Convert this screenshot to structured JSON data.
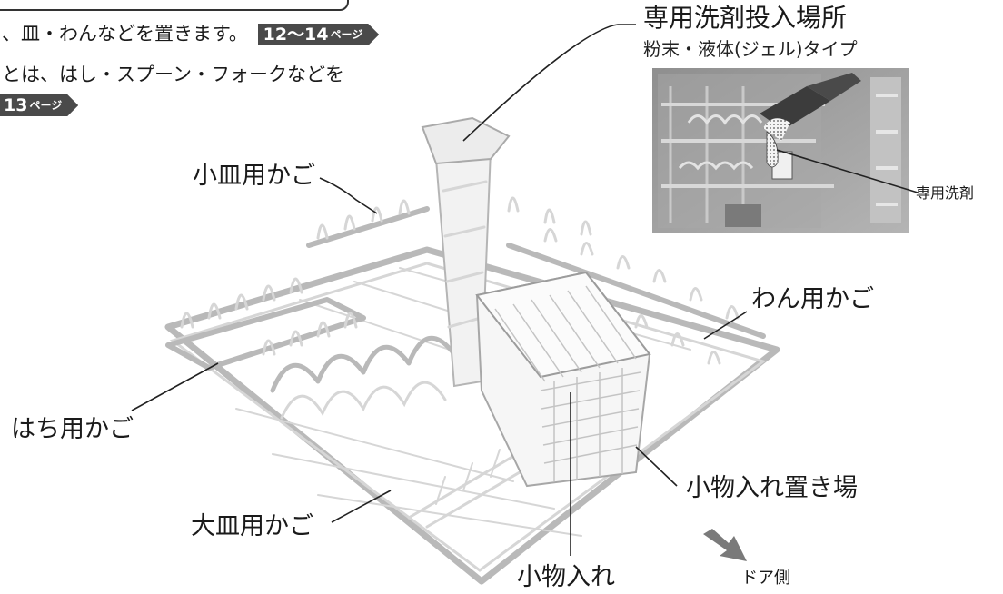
{
  "intro": {
    "line1_text": "、皿・わんなどを置きます。",
    "line1_ref": "12〜14",
    "line2_text": "とは、はし・スプーン・フォークなどを",
    "line3_ref": "13",
    "page_suffix": "ページ"
  },
  "photo": {
    "title": "専用洗剤投入場所",
    "subtitle": "粉末・液体(ジェル)タイプ",
    "detergent_label": "専用洗剤"
  },
  "labels": {
    "small_plate_basket": "小皿用かご",
    "bowl_basket": "わん用かご",
    "deep_bowl_basket": "はち用かご",
    "small_item_holder_place": "小物入れ置き場",
    "large_plate_basket": "大皿用かご",
    "small_item_holder": "小物入れ",
    "door_side": "ドア側"
  },
  "colors": {
    "badge": "#4a4a4a",
    "door_arrow": "#7a7a7a",
    "photo_bg": "#9a9a9a"
  }
}
